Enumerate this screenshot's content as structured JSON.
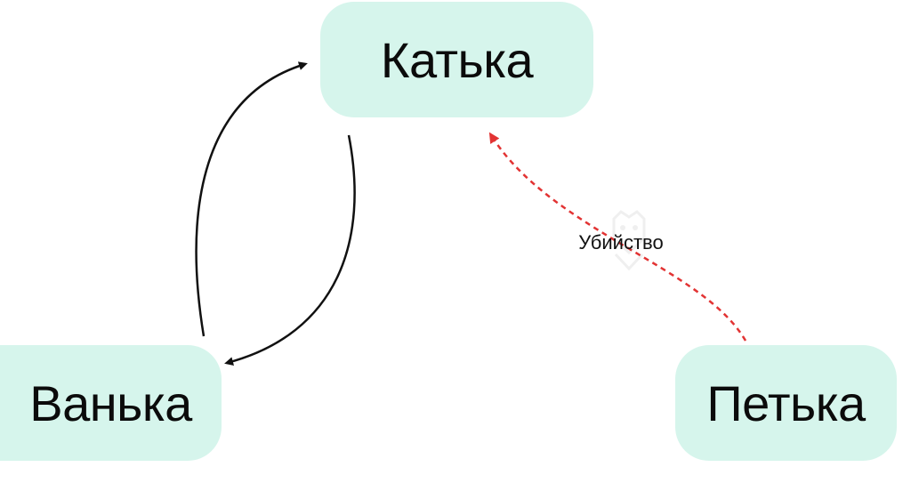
{
  "colors": {
    "node_fill": "#d6f5ec",
    "edge_default": "#111111",
    "edge_highlight": "#e23333"
  },
  "nodes": [
    {
      "id": "katka",
      "label": "Катька"
    },
    {
      "id": "vanka",
      "label": "Ванька"
    },
    {
      "id": "petka",
      "label": "Петька"
    }
  ],
  "edges": [
    {
      "from": "vanka",
      "to": "katka",
      "style": "solid",
      "color": "#111111",
      "label": ""
    },
    {
      "from": "katka",
      "to": "vanka",
      "style": "solid",
      "color": "#111111",
      "label": ""
    },
    {
      "from": "petka",
      "to": "katka",
      "style": "dashed",
      "color": "#e23333",
      "label": "Убийство"
    }
  ]
}
